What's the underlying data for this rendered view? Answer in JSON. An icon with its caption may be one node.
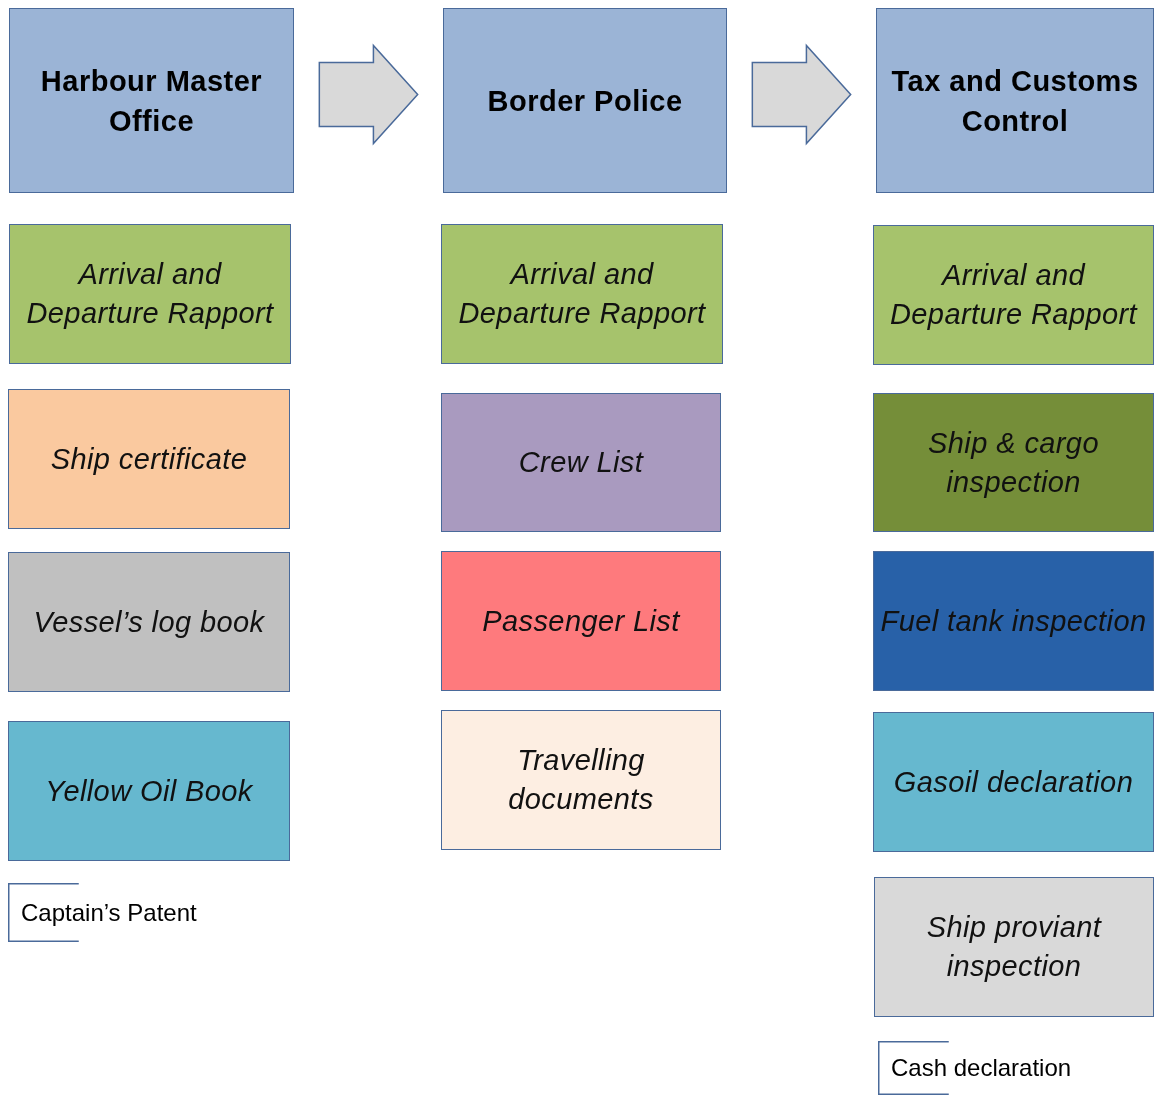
{
  "diagram": {
    "nodes": [
      {
        "text": [
          "Harbour Master Office"
        ]
      },
      {
        "text": [
          "Border Police"
        ]
      },
      {
        "text": [
          "Tax and Customs Control"
        ]
      },
      {
        "text": [
          "Arrival and Departure Rapport"
        ]
      },
      {
        "text": [
          "Ship certificate"
        ]
      },
      {
        "text": [
          "Vessel’s log book"
        ]
      },
      {
        "text": [
          "Yellow Oil Book"
        ]
      },
      {
        "text": [
          "Captain’s Patent"
        ]
      },
      {
        "text": [
          "Arrival and Departure Rapport"
        ]
      },
      {
        "text": [
          "Crew List"
        ]
      },
      {
        "text": [
          "Passenger List"
        ]
      },
      {
        "text": [
          "Travelling documents"
        ]
      },
      {
        "text": [
          "Arrival and Departure Rapport"
        ]
      },
      {
        "text": [
          "Ship & cargo inspection"
        ]
      },
      {
        "text": [
          "Fuel tank inspection"
        ]
      },
      {
        "text": [
          "Gasoil declaration"
        ]
      },
      {
        "text": [
          "Ship proviant inspection"
        ]
      },
      {
        "text": [
          "Cash declaration"
        ]
      }
    ],
    "edges": [
      {
        "from": 0,
        "to": 1,
        "arrow": "to"
      },
      {
        "from": 1,
        "to": 2,
        "arrow": "to"
      }
    ]
  }
}
